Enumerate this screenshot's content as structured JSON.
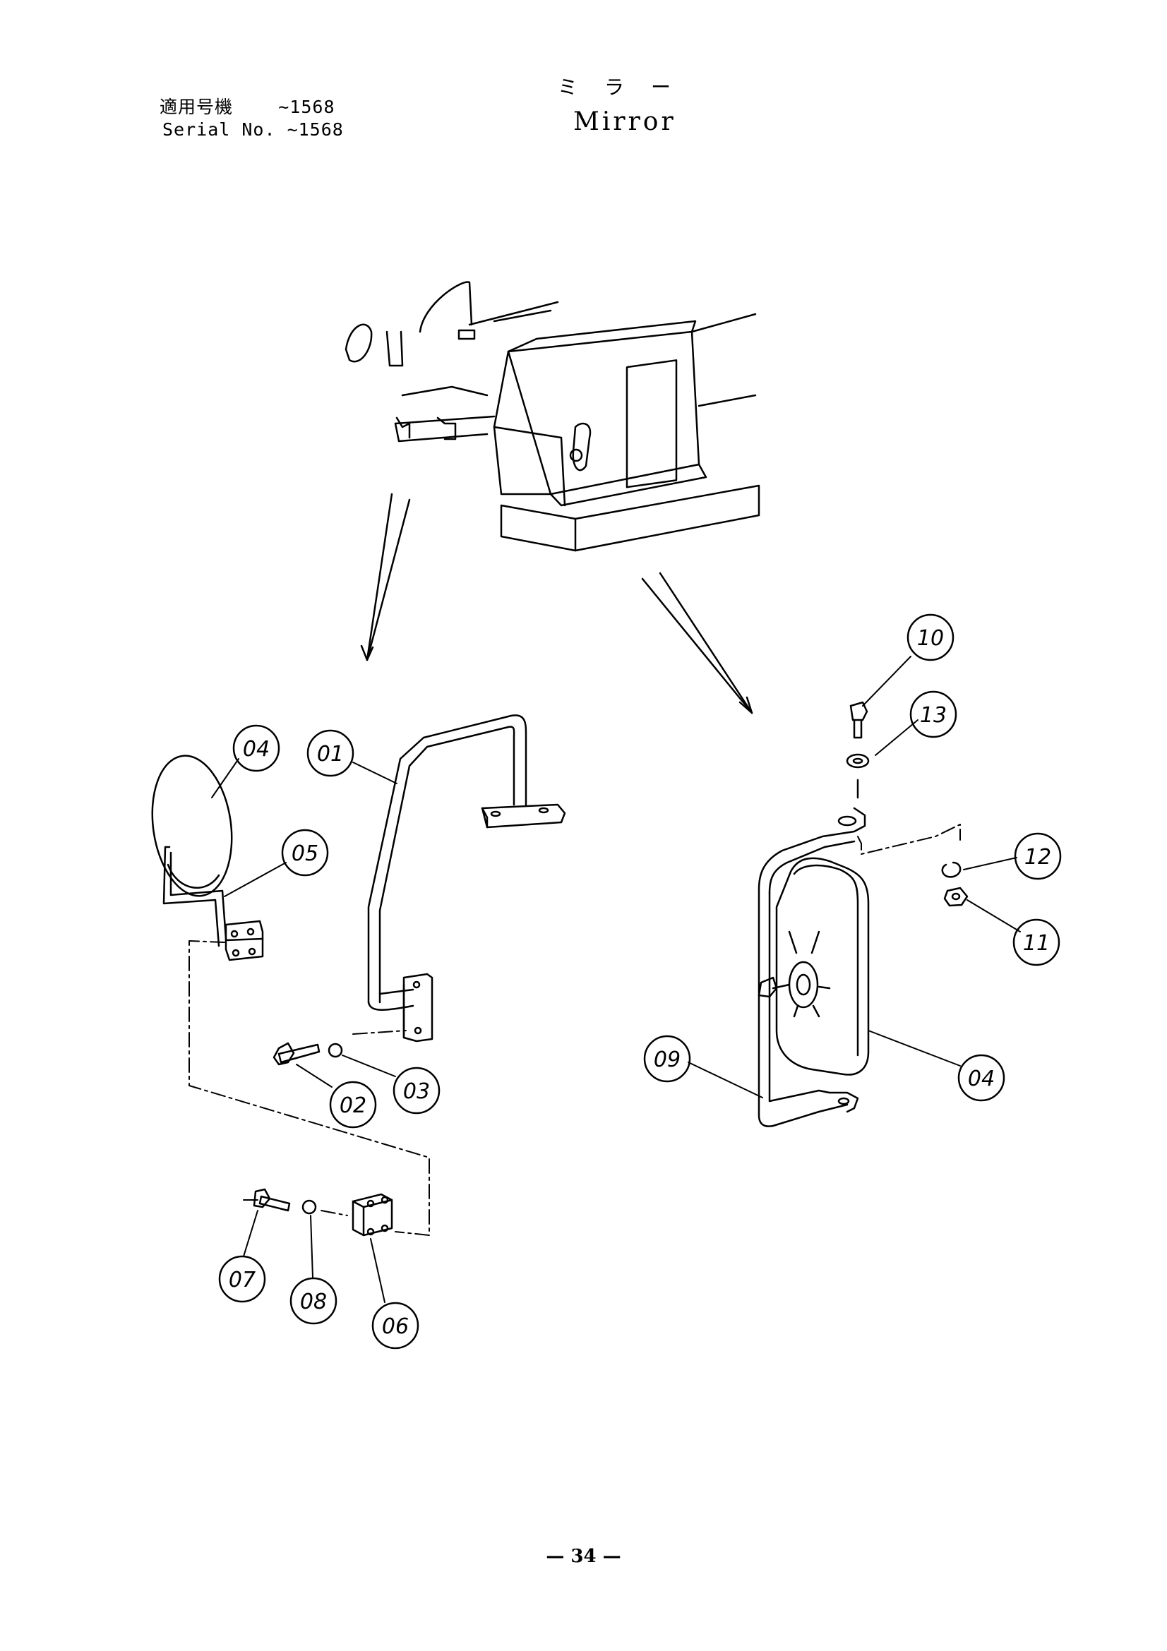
{
  "header": {
    "serial_jp_label": "適用号機",
    "serial_jp_value": "~1568",
    "serial_en_label": "Serial No.",
    "serial_en_value": "~1568"
  },
  "title": {
    "jp": "ミラー",
    "en": "Mirror"
  },
  "callouts": {
    "c01": "01",
    "c02": "02",
    "c03": "03",
    "c04_left": "04",
    "c05": "05",
    "c06": "06",
    "c07": "07",
    "c08": "08",
    "c09": "09",
    "c10": "10",
    "c11": "11",
    "c12": "12",
    "c13": "13",
    "c04_right": "04"
  },
  "page_number": "— 34 —",
  "colors": {
    "ink": "#000000",
    "paper": "#ffffff"
  }
}
